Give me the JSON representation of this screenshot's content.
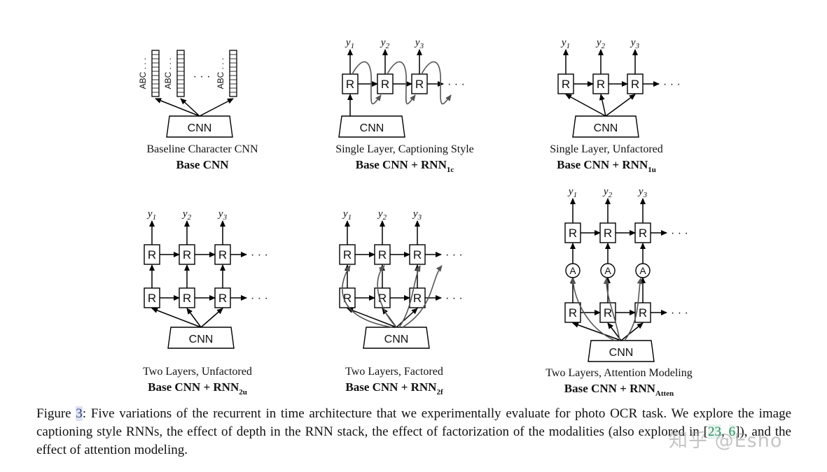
{
  "panels": [
    {
      "title": "Baseline Character CNN",
      "label": "Base CNN",
      "subscript": ""
    },
    {
      "title": "Single Layer, Captioning Style",
      "label": "Base CNN + RNN",
      "subscript": "1c"
    },
    {
      "title": "Single Layer, Unfactored",
      "label": "Base CNN + RNN",
      "subscript": "1u"
    },
    {
      "title": "Two Layers, Unfactored",
      "label": "Base CNN + RNN",
      "subscript": "2u"
    },
    {
      "title": "Two Layers, Factored",
      "label": "Base CNN + RNN",
      "subscript": "2f"
    },
    {
      "title": "Two Layers, Attention Modeling",
      "label": "Base CNN + RNN",
      "subscript": "Atten"
    }
  ],
  "diagram_text": {
    "cnn": "CNN",
    "recurrent_unit": "R",
    "attention_unit": "A",
    "ellipsis": "· · ·",
    "hellip": "· · ·",
    "char_label": "ABC . . .",
    "y_base": "y",
    "y_subs": [
      "1",
      "2",
      "3"
    ]
  },
  "caption": {
    "prefix": "Figure ",
    "fig_number": "3",
    "text1": ": Five variations of the recurrent in time architecture that we experimentally evaluate for photo OCR task. We explore the image captioning style RNNs, the effect of depth in the RNN stack, the effect of factorization of the modalities (also explored in ",
    "open": "[",
    "ref1": "23",
    "sep": ", ",
    "ref2": "6",
    "close": "]",
    "text2": "), and the effect of attention modeling."
  },
  "watermark": "知乎 @Esho"
}
